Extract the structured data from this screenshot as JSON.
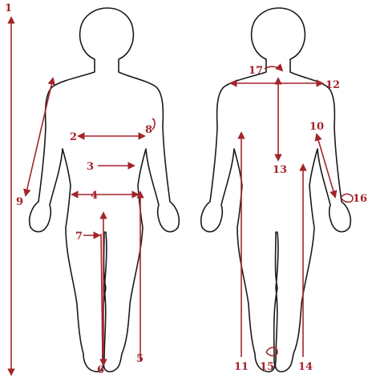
{
  "colors": {
    "background": "#ffffff",
    "outline": "#1a1a1a",
    "marker": "#a3242b"
  },
  "figures": [
    {
      "view": "front"
    },
    {
      "view": "back"
    }
  ],
  "measurements": [
    {
      "id": "m1",
      "label": "1"
    },
    {
      "id": "m2",
      "label": "2"
    },
    {
      "id": "m3",
      "label": "3"
    },
    {
      "id": "m4",
      "label": "4"
    },
    {
      "id": "m5",
      "label": "5"
    },
    {
      "id": "m6",
      "label": "6"
    },
    {
      "id": "m7",
      "label": "7"
    },
    {
      "id": "m8",
      "label": "8"
    },
    {
      "id": "m9",
      "label": "9"
    },
    {
      "id": "m10",
      "label": "10"
    },
    {
      "id": "m11",
      "label": "11"
    },
    {
      "id": "m12",
      "label": "12"
    },
    {
      "id": "m13",
      "label": "13"
    },
    {
      "id": "m14",
      "label": "14"
    },
    {
      "id": "m15",
      "label": "15"
    },
    {
      "id": "m16",
      "label": "16"
    },
    {
      "id": "m17",
      "label": "17"
    }
  ]
}
